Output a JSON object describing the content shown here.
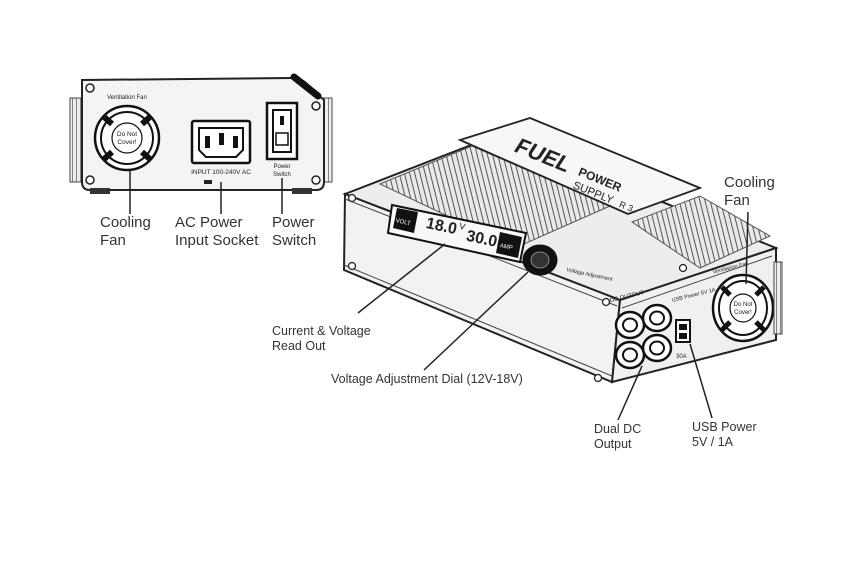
{
  "rear_panel": {
    "fan_caption": "Ventilation Fan",
    "fan_warning_1": "Do Not",
    "fan_warning_2": "Cover!",
    "input_label": "INPUT 100-240V AC",
    "switch_caption_1": "Power",
    "switch_caption_2": "Switch"
  },
  "unit": {
    "brand": "FUEL",
    "product_1": "POWER",
    "product_2": "SUPPLY",
    "model": "R 3",
    "volt_badge": "VOLT",
    "amp_badge": "AMP",
    "display_voltage": "18.0",
    "display_current": "30.0",
    "volt_unit": "V",
    "amp_unit": "A",
    "dial_caption": "Voltage Adjustment",
    "dc_output_caption": "DC OUTPUT",
    "usb_caption": "USB Power 5V 1A",
    "amp_rating": "30A",
    "side_fan_caption": "Ventilation Fan",
    "side_fan_warning_1": "Do Not",
    "side_fan_warning_2": "Cover!"
  },
  "callouts": {
    "cooling_fan_left": [
      "Cooling",
      "Fan"
    ],
    "ac_socket": [
      "AC Power",
      "Input Socket"
    ],
    "power_switch": [
      "Power",
      "Switch"
    ],
    "cooling_fan_right": [
      "Cooling",
      "Fan"
    ],
    "readout": [
      "Current & Voltage",
      "Read Out"
    ],
    "dial": "Voltage Adjustment Dial (12V-18V)",
    "dc_output": [
      "Dual DC",
      "Output"
    ],
    "usb": [
      "USB Power",
      "5V / 1A"
    ]
  }
}
